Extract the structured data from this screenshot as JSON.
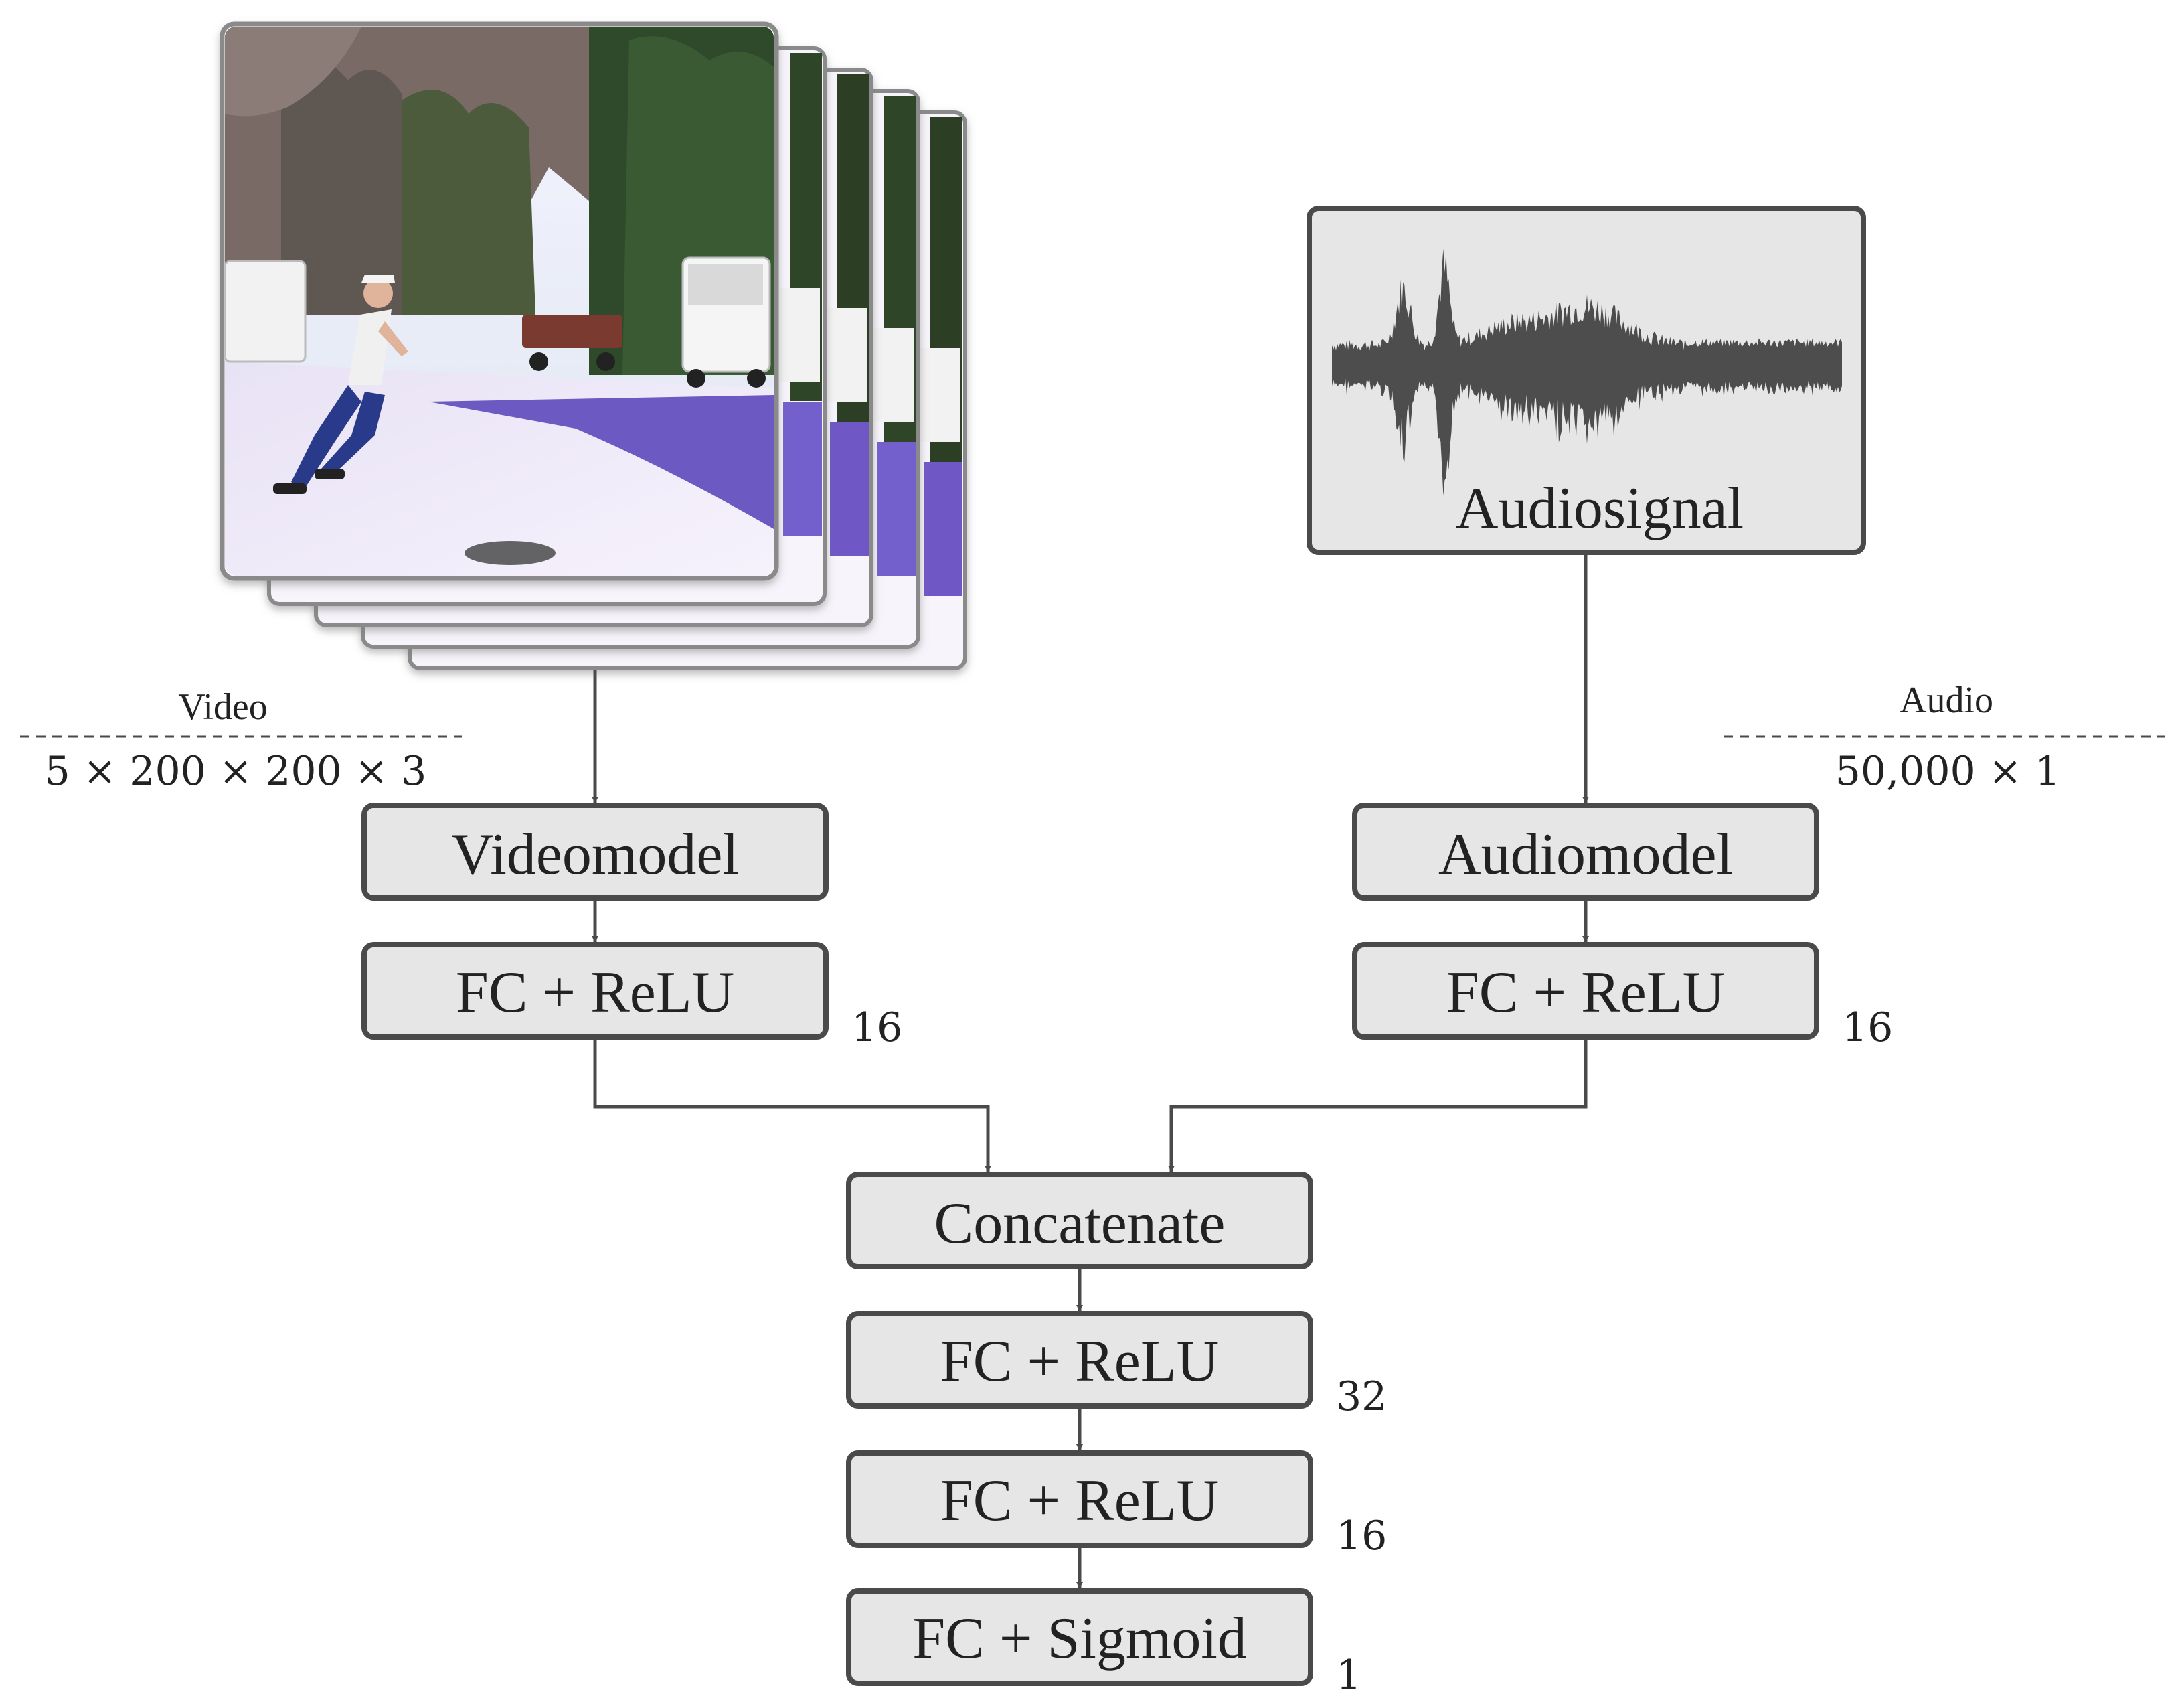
{
  "inputs": {
    "video": {
      "label": "Video",
      "shape": "5 × 200 × 200 × 3",
      "frame_count": 5,
      "image": "video-frame-stack"
    },
    "audio": {
      "label": "Audio",
      "shape": "50,000 × 1",
      "box_label": "Audiosignal",
      "image": "audio-waveform"
    }
  },
  "video_branch": [
    {
      "label": "Videomodel"
    },
    {
      "label": "FC + ReLU",
      "units": "16"
    }
  ],
  "audio_branch": [
    {
      "label": "Audiomodel"
    },
    {
      "label": "FC + ReLU",
      "units": "16"
    }
  ],
  "head": [
    {
      "label": "Concatenate"
    },
    {
      "label": "FC + ReLU",
      "units": "32"
    },
    {
      "label": "FC + ReLU",
      "units": "16"
    },
    {
      "label": "FC + Sigmoid",
      "units": "1"
    }
  ],
  "colors": {
    "box_fill": "#e6e6e6",
    "box_stroke": "#4a4a4a",
    "arrow": "#4a4a4a",
    "waveform": "#4d4d4d"
  }
}
